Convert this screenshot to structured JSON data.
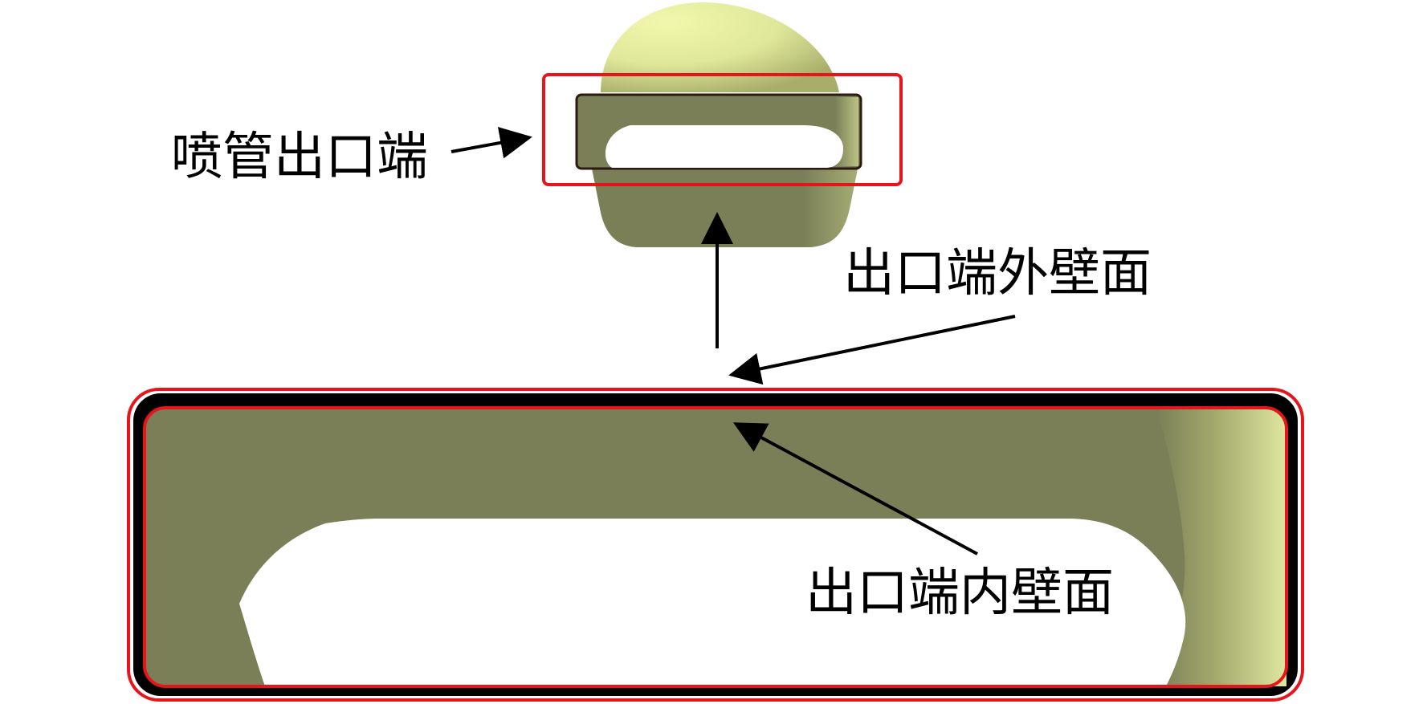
{
  "labels": {
    "nozzle_outlet_end": "喷管出口端",
    "outlet_outer_wall": "出口端外壁面",
    "outlet_inner_wall": "出口端内壁面"
  },
  "colors": {
    "highlight_box": "#e8141c",
    "wall_surface": "#7a7f58",
    "dome_light": "#eef5a8",
    "dome_dark": "#a9b06c",
    "outline": "#000000",
    "background": "#ffffff"
  }
}
